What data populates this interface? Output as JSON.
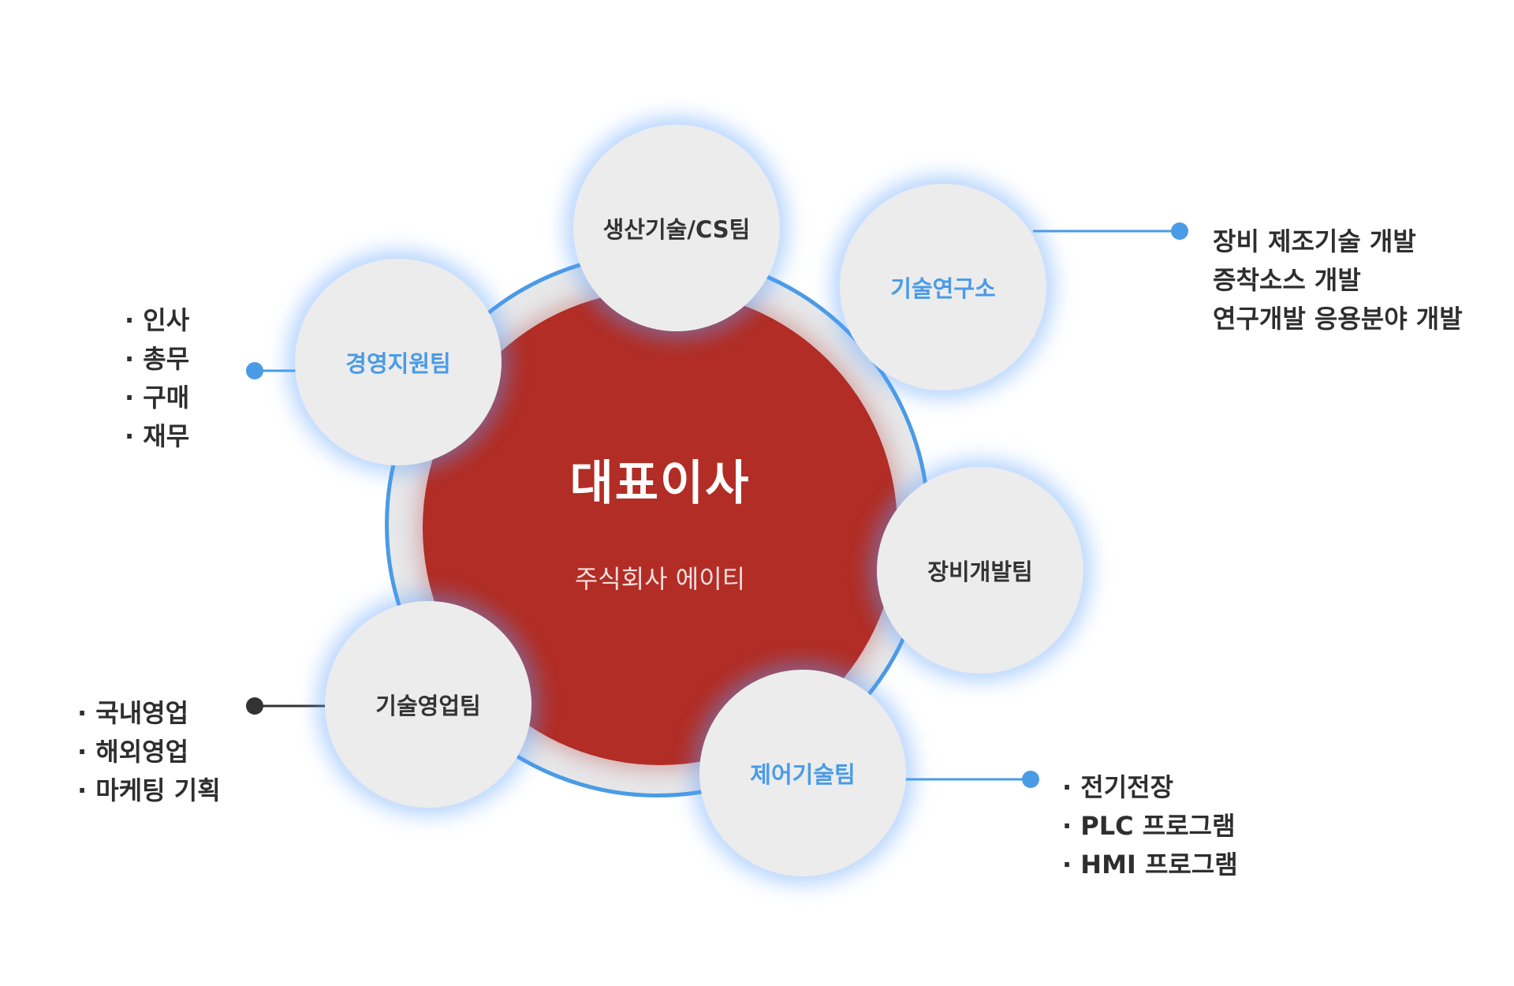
{
  "center": {
    "title": "대표이사",
    "subtitle": "주식회사 에이티"
  },
  "teams": {
    "production": "생산기술/CS팀",
    "research": "기술연구소",
    "management": "경영지원팀",
    "equipment": "장비개발팀",
    "sales": "기술영업팀",
    "control": "제어기술팀"
  },
  "details": {
    "research": [
      "장비 제조기술 개발",
      "증착소스 개발",
      "연구개발 응용분야 개발"
    ],
    "management": [
      "· 인사",
      "· 총무",
      "· 구매",
      "· 재무"
    ],
    "sales": [
      "· 국내영업",
      "· 해외영업",
      "· 마케팅 기획"
    ],
    "control": [
      "· 전기전장",
      "· PLC 프로그램",
      "· HMI 프로그램"
    ]
  },
  "colors": {
    "accent": "#4a9be6",
    "center": "#b22d25",
    "node": "#ececed",
    "ring": "#e7e8ea",
    "dark_dot": "#333333"
  }
}
